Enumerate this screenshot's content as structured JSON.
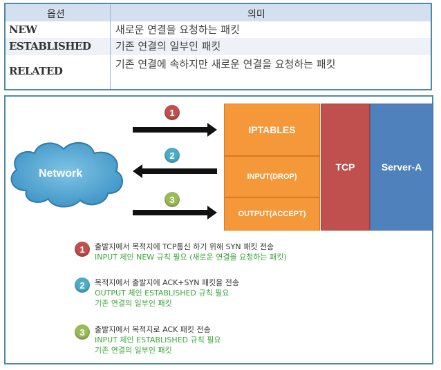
{
  "table": {
    "headers": {
      "option": "옵션",
      "meaning": "의미"
    },
    "rows": [
      {
        "option": "NEW",
        "meaning": "새로운 연결을 요청하는 패킷"
      },
      {
        "option": "ESTABLISHED",
        "meaning": "기존 연결의 일부인 패킷"
      },
      {
        "option": "RELATED",
        "meaning": "기존 연결에 속하지만 새로운 연결을 요청하는 패킷"
      }
    ]
  },
  "diagram": {
    "cloud_label": "Network",
    "boxes": {
      "iptables": "IPTABLES",
      "input": "INPUT(DROP)",
      "output": "OUTPUT(ACCEPT)",
      "tcp": "TCP",
      "server": "Server-A"
    },
    "markers": [
      "1",
      "2",
      "3"
    ],
    "colors": {
      "red": "#c0504d",
      "teal": "#4bacc6",
      "green": "#9bbb59",
      "orange": "#f5983a",
      "blue": "#4f81bd"
    }
  },
  "legend": [
    {
      "num": "1",
      "lines": [
        "출발지에서 목적지에 TCP통신 하기 위해 SYN 패킷 전송",
        "INPUT 체인 NEW 규칙 필요 (새로운 연결을 요청하는 패킷)"
      ]
    },
    {
      "num": "2",
      "lines": [
        "목적지에서 출발지에 ACK+SYN 패킷을 전송",
        "OUTPUT 체인 ESTABLISHED 규칙 필요",
        "기존 연결의 일부인 패킷"
      ]
    },
    {
      "num": "3",
      "lines": [
        "출발지에서 목적지로 ACK 패킷 전송",
        "INPUT 체인 ESTABLISHED 규칙 필요",
        "기존 연결의 일부인 패킷"
      ]
    }
  ]
}
